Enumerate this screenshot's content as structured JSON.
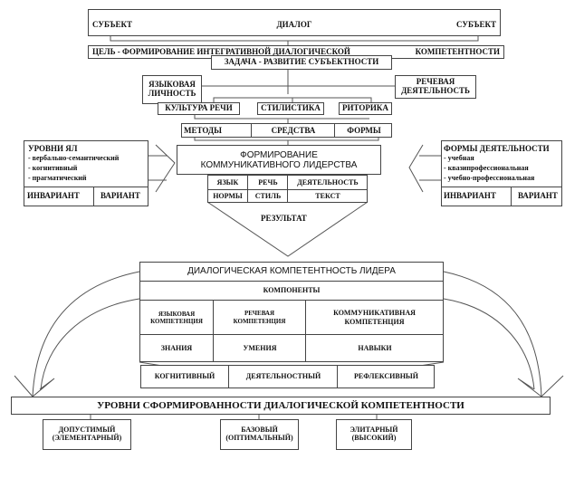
{
  "top": {
    "left": "СУБЪЕКТ",
    "center": "ДИАЛОГ",
    "right": "СУБЪЕКТ"
  },
  "goal": {
    "text": "ЦЕЛЬ -  ФОРМИРОВАНИЕ ИНТЕГРАТИВНОЙ ДИАЛОГИЧЕСКОЙ",
    "text2": "КОМПЕТЕНТНОСТИ"
  },
  "task": "ЗАДАЧА - РАЗВИТИЕ  СУБЪЕКТНОСТИ",
  "lang_personality": "ЯЗЫКОВАЯ ЛИЧНОСТЬ",
  "speech_activity": "РЕЧЕВАЯ ДЕЯТЕЛЬНОСТЬ",
  "disciplines": [
    "КУЛЬТУРА РЕЧИ",
    "СТИЛИСТИКА",
    "РИТОРИКА"
  ],
  "means": [
    "МЕТОДЫ",
    "СРЕДСТВА",
    "ФОРМЫ"
  ],
  "formation": "ФОРМИРОВАНИЕ КОММУНИКАТИВНОГО ЛИДЕРСТВА",
  "levels_yl": {
    "title": "УРОВНИ ЯЛ",
    "items": [
      "- вербально-семантический",
      "- когнитивный",
      "- прагматический"
    ],
    "invariant": "ИНВАРИАНТ",
    "variant": "ВАРИАНТ"
  },
  "activity_forms": {
    "title": "ФОРМЫ ДЕЯТЕЛЬНОСТИ",
    "items": [
      "- учебная",
      "- квазипрофессиональная",
      "- учебно-профессиональная"
    ],
    "invariant": "ИНВАРИАНТ",
    "variant": "ВАРИАНТ"
  },
  "grid": [
    [
      "ЯЗЫК",
      "РЕЧЬ",
      "ДЕЯТЕЛЬНОСТЬ"
    ],
    [
      "НОРМЫ",
      "СТИЛЬ",
      "ТЕКСТ"
    ]
  ],
  "result": "РЕЗУЛЬТАТ",
  "competence": {
    "title": "ДИАЛОГИЧЕСКАЯ КОМПЕТЕНТНОСТЬ ЛИДЕРА",
    "components": "КОМПОНЕНТЫ",
    "cols": [
      "ЯЗЫКОВАЯ КОМПЕТЕНЦИЯ",
      "РЕЧЕВАЯ КОМПЕТЕНЦИЯ",
      "КОММУНИКАТИВНАЯ КОМПЕТЕНЦИЯ"
    ],
    "row": [
      "ЗНАНИЯ",
      "УМЕНИЯ",
      "НАВЫКИ"
    ]
  },
  "criteria": [
    "КОГНИТИВНЫЙ",
    "ДЕЯТЕЛЬНОСТНЫЙ",
    "РЕФЛЕКСИВНЫЙ"
  ],
  "levels_title": "УРОВНИ СФОРМИРОВАННОСТИ ДИАЛОГИЧЕСКОЙ КОМПЕТЕНТНОСТИ",
  "levels": [
    "ДОПУСТИМЫЙ (ЭЛЕМЕНТАРНЫЙ)",
    "БАЗОВЫЙ (ОПТИМАЛЬНЫЙ)",
    "ЭЛИТАРНЫЙ (ВЫСОКИЙ)"
  ]
}
